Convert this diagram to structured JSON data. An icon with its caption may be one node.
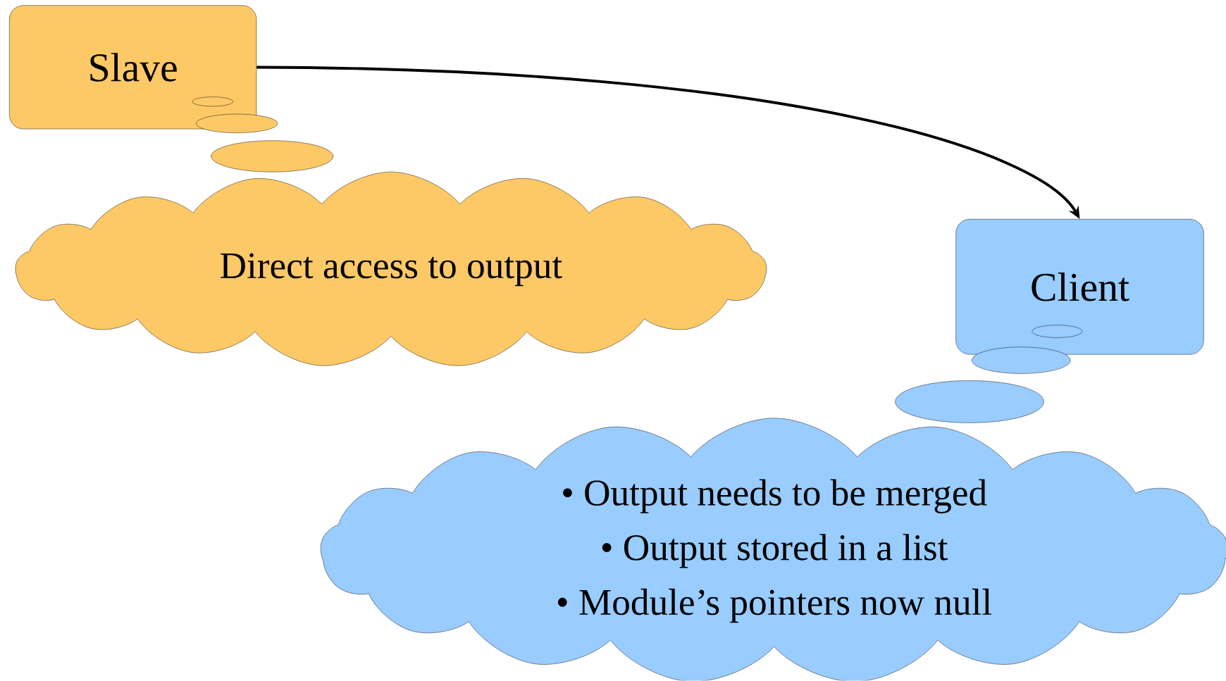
{
  "diagram": {
    "nodes": [
      {
        "text": [
          "Slave"
        ]
      },
      {
        "text": [
          "Direct access to output"
        ]
      },
      {
        "text": [
          "Client"
        ]
      },
      {
        "text": [
          "• Output needs to be merged",
          "• Output stored in a list",
          "• Module’s pointers now null"
        ]
      }
    ],
    "edges": [
      {
        "from": 0,
        "to": 2,
        "arrow": "to"
      }
    ]
  }
}
